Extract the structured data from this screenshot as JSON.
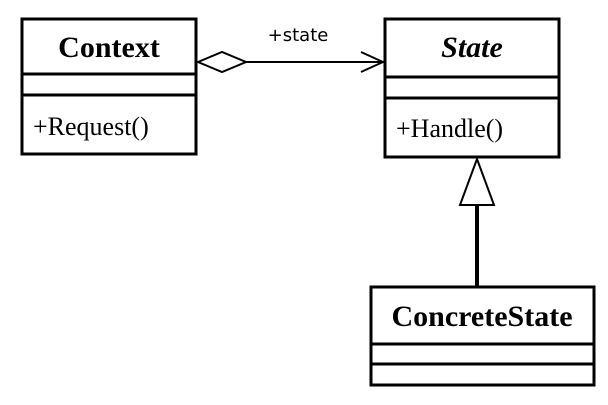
{
  "diagram": {
    "classes": {
      "context": {
        "name": "Context",
        "abstract": false,
        "operations": [
          "+Request()"
        ]
      },
      "state": {
        "name": "State",
        "abstract": true,
        "operations": [
          "+Handle()"
        ]
      },
      "concrete_state": {
        "name": "ConcreteState",
        "abstract": false,
        "operations": []
      }
    },
    "relations": {
      "aggregation": {
        "from": "Context",
        "to": "State",
        "kind": "aggregation",
        "role_label": "+state"
      },
      "generalization": {
        "from": "ConcreteState",
        "to": "State",
        "kind": "generalization"
      }
    }
  }
}
